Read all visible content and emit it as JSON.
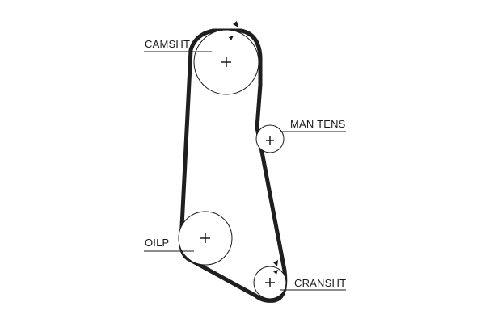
{
  "diagram": {
    "pulleys": {
      "camshaft": {
        "label": "CAMSHT"
      },
      "tensioner": {
        "label": "MAN TENS"
      },
      "oil_pump": {
        "label": "OILP"
      },
      "crankshaft": {
        "label": "CRANSHT"
      }
    },
    "colors": {
      "belt": "#1f1f1f",
      "outline": "#1a1a1a",
      "background": "#ffffff"
    }
  }
}
